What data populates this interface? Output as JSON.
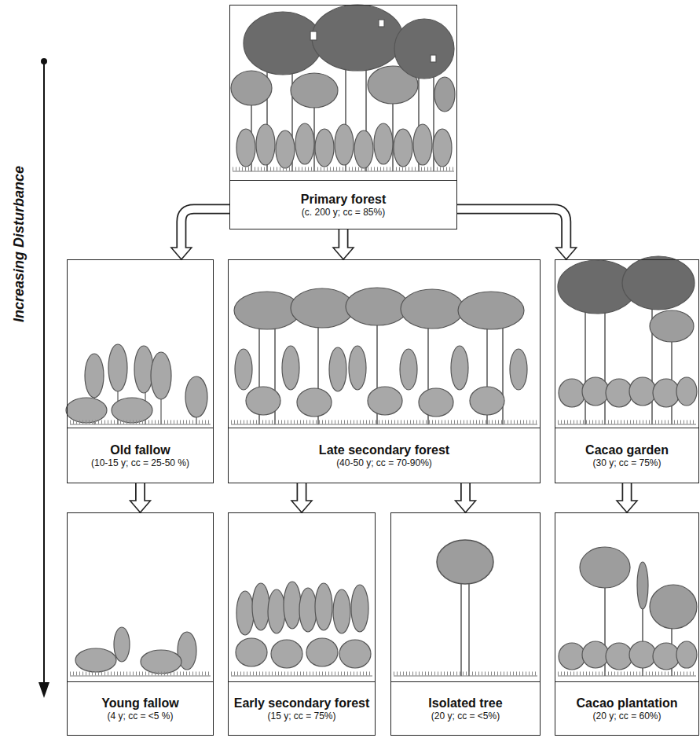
{
  "diagram": {
    "nodes": [
      {
        "text": [
          "Primary forest",
          "(c. 200 y; cc = 85%)"
        ]
      },
      {
        "text": [
          "Old fallow",
          "(10-15 y; cc = 25-50 %)"
        ]
      },
      {
        "text": [
          "Late secondary forest",
          "(40-50 y; cc = 70-90%)"
        ]
      },
      {
        "text": [
          "Cacao garden",
          "(30 y; cc = 75%)"
        ]
      },
      {
        "text": [
          "Young fallow",
          "(4 y; cc = <5 %)"
        ]
      },
      {
        "text": [
          "Early secondary forest",
          "(15 y; cc = 75%)"
        ]
      },
      {
        "text": [
          "Isolated tree",
          "(20 y; cc = <5%)"
        ]
      },
      {
        "text": [
          "Cacao plantation",
          "(20 y; cc = 60%)"
        ]
      }
    ],
    "edges": [
      {
        "from": 0,
        "to": 1,
        "arrow": "to"
      },
      {
        "from": 0,
        "to": 2,
        "arrow": "to"
      },
      {
        "from": 0,
        "to": 3,
        "arrow": "to"
      },
      {
        "from": 1,
        "to": 4,
        "arrow": "to"
      },
      {
        "from": 2,
        "to": 5,
        "arrow": "to"
      },
      {
        "from": 2,
        "to": 6,
        "arrow": "to"
      },
      {
        "from": 3,
        "to": 7,
        "arrow": "to"
      }
    ],
    "labels": [
      "Increasing Disturbance"
    ]
  }
}
